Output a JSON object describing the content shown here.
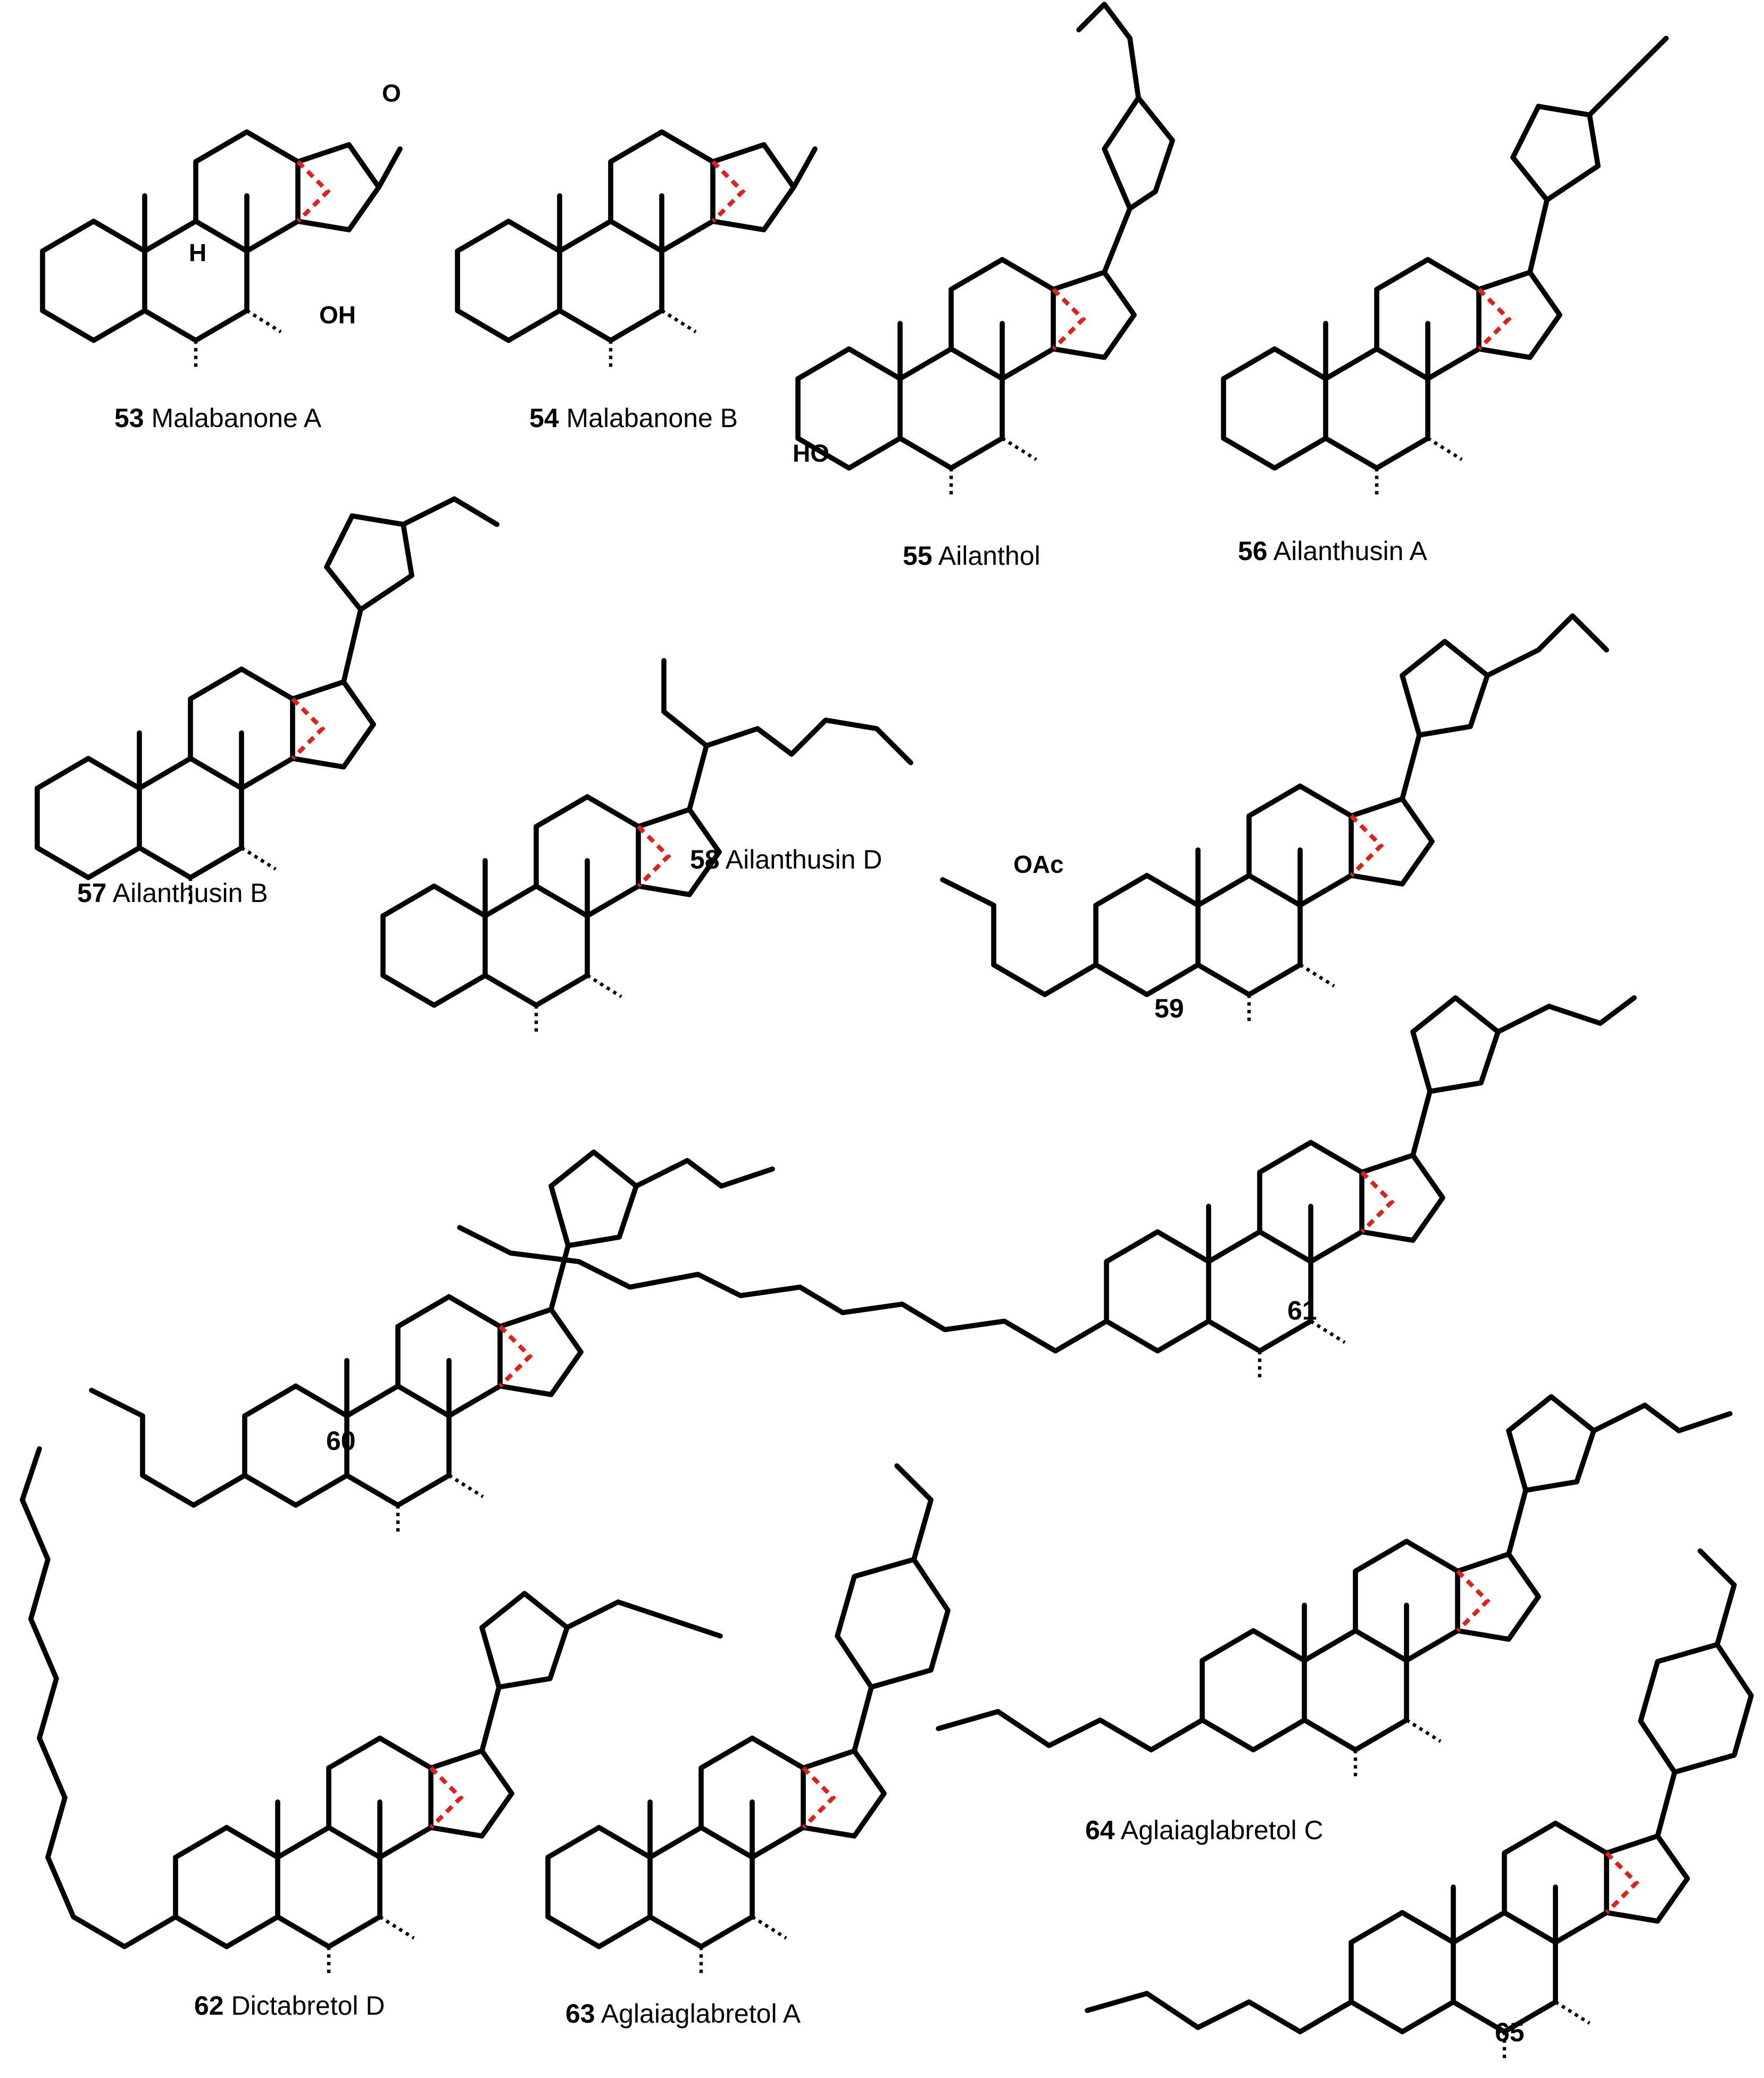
{
  "compounds": [
    {
      "num": "53",
      "name": "Malabanone A"
    },
    {
      "num": "54",
      "name": "Malabanone B"
    },
    {
      "num": "55",
      "name": "Ailanthol"
    },
    {
      "num": "56",
      "name": "Ailanthusin A"
    },
    {
      "num": "57",
      "name": "Ailanthusin B"
    },
    {
      "num": "58",
      "name": "Ailanthusin D"
    },
    {
      "num": "59",
      "name": ""
    },
    {
      "num": "60",
      "name": ""
    },
    {
      "num": "61",
      "name": ""
    },
    {
      "num": "62",
      "name": "Dictabretol D"
    },
    {
      "num": "63",
      "name": "Aglaiaglabretol A"
    },
    {
      "num": "64",
      "name": "Aglaiaglabretol C"
    },
    {
      "num": "65",
      "name": ""
    }
  ],
  "atom_labels": [
    "O",
    "H",
    "OH",
    "HO",
    "OAc"
  ],
  "colors": {
    "bond": "#000000",
    "cyclopropane_bond": "#e0201b"
  }
}
